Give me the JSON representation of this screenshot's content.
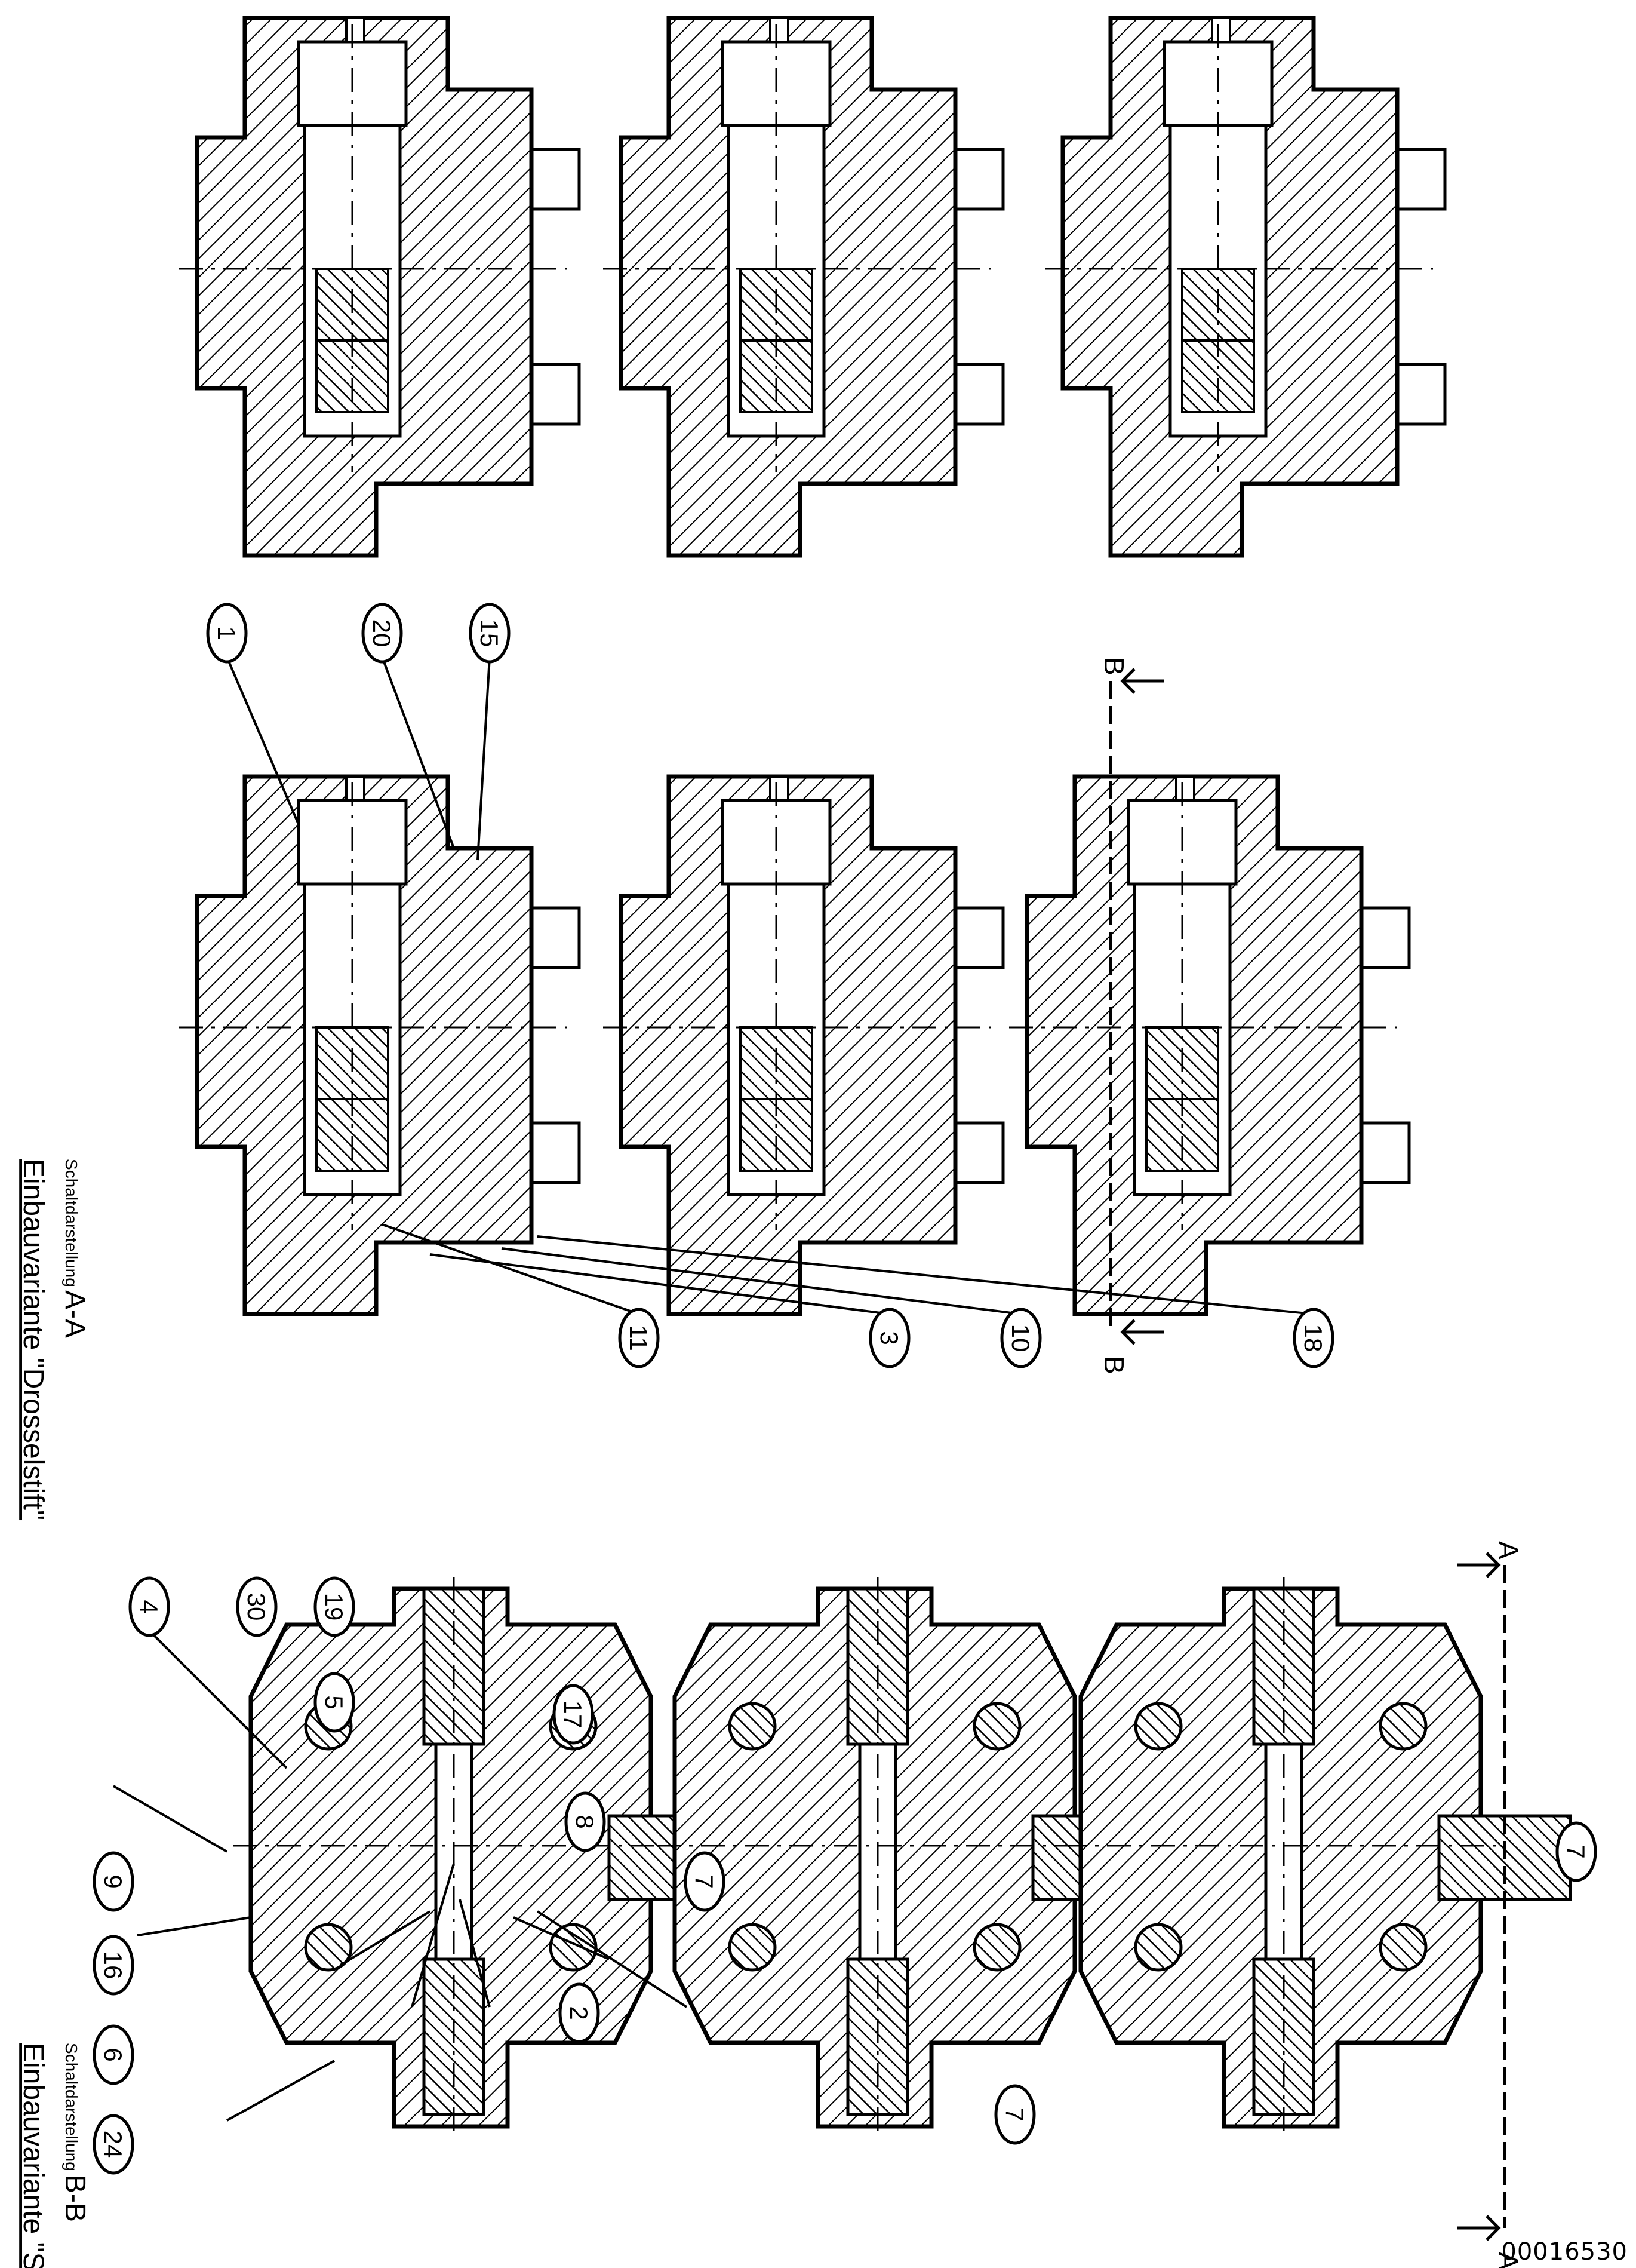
{
  "titles": {
    "left_heading": "Einbauvariante \"Schieber\"",
    "left_section": "B-B",
    "left_sub": "Schaltdarstellung",
    "middle_heading": "Einbauvariante \"Drosselstift\"",
    "middle_section": "A-A",
    "middle_sub": "Schaltdarstellung"
  },
  "callouts": {
    "c1": "1",
    "c2": "2",
    "c3": "3",
    "c4": "4",
    "c5": "5",
    "c6": "6",
    "c7a": "7",
    "c7b": "7",
    "c7c": "7",
    "c8": "8",
    "c9": "9",
    "c10": "10",
    "c11": "11",
    "c15": "15",
    "c16": "16",
    "c17": "17",
    "c18": "18",
    "c19": "19",
    "c20": "20",
    "c24": "24",
    "c30": "30"
  },
  "section_marks": {
    "a_left": "A",
    "a_right": "A",
    "b_left": "B",
    "b_right": "B"
  },
  "drawing_id": "00016530"
}
